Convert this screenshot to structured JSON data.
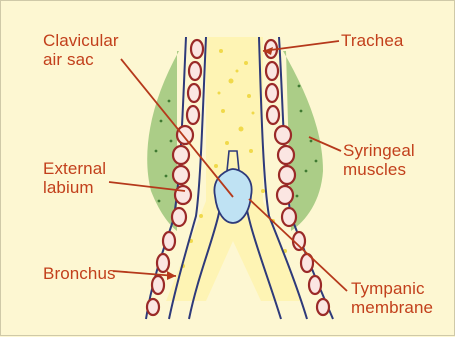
{
  "labels": {
    "clavicular_air_sac": "Clavicular\nair sac",
    "trachea": "Trachea",
    "syringeal_muscles": "Syringeal\nmuscles",
    "external_labium": "External\nlabium",
    "bronchus": "Bronchus",
    "tympanic_membrane": "Tympanic\nmembrane"
  },
  "colors": {
    "background": "#fdf7d2",
    "label_text": "#c2401c",
    "leader_line": "#b5391b",
    "outline": "#2e3a7a",
    "muscle": "#8fbf6e",
    "cartilage_fill": "#fbe6e2",
    "cartilage_stroke": "#9a2a28",
    "membrane": "#bfe2f3",
    "lumen": "#fff6b0"
  }
}
